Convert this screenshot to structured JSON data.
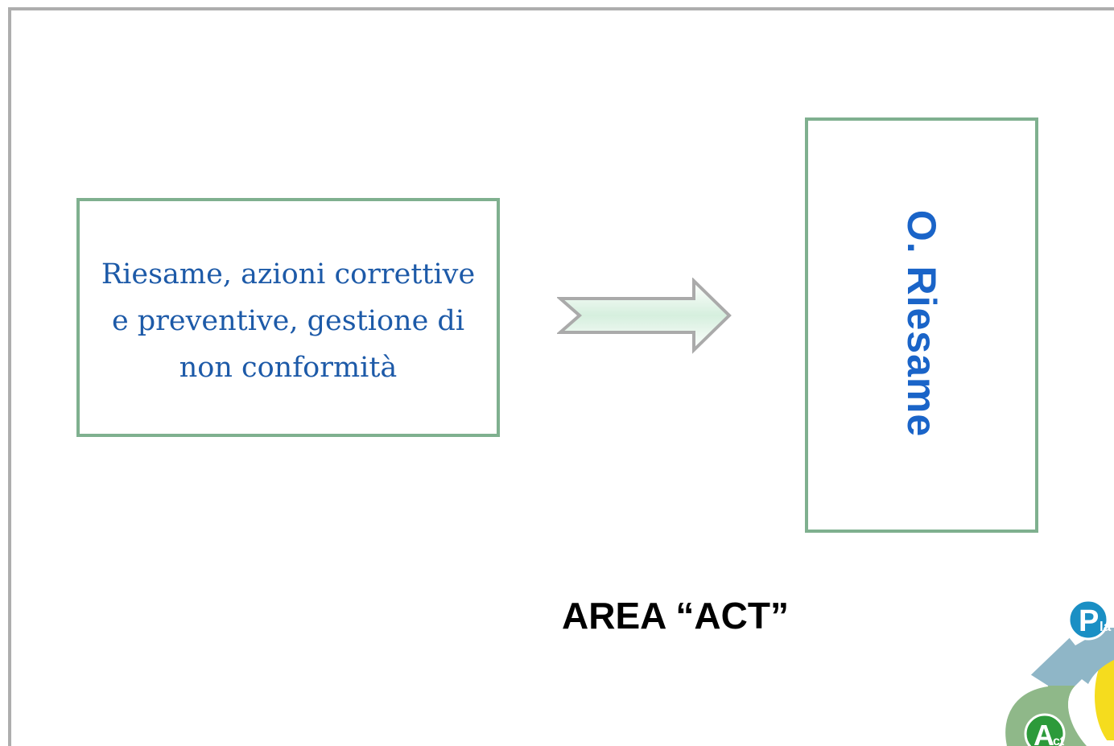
{
  "left_box": {
    "lines": [
      "Riesame, azioni correttive",
      "e preventive, gestione di",
      "non conformità"
    ]
  },
  "right_box": {
    "label": "O. Riesame"
  },
  "area_title": "AREA “ACT”",
  "pdca_logo": {
    "plan_letter": "P",
    "plan_suffix": "la",
    "act_letter": "A",
    "act_suffix": "ct"
  },
  "colors": {
    "box_border": "#7fb08f",
    "left_text": "#1d5aa8",
    "right_text": "#1a64c8",
    "arrow_outline": "#aaaaaa",
    "arrow_fill": "#d6efde",
    "frame": "#aeaeae"
  }
}
